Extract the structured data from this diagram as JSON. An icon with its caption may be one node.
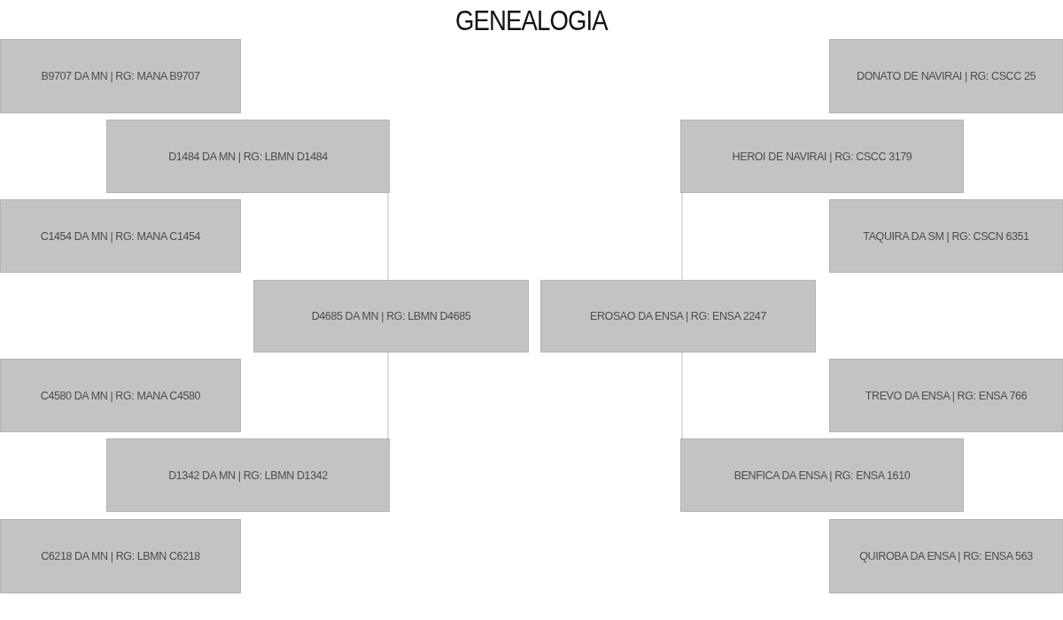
{
  "diagram": {
    "title": "GENEALOGIA",
    "nodes": [
      {
        "text": [
          "B9707 DA MN | RG: MANA B9707"
        ]
      },
      {
        "text": [
          "DONATO DE NAVIRAI | RG: CSCC 25"
        ]
      },
      {
        "text": [
          "D1484 DA MN | RG: LBMN D1484"
        ]
      },
      {
        "text": [
          "HEROI DE NAVIRAI | RG: CSCC 3179"
        ]
      },
      {
        "text": [
          "C1454 DA MN | RG: MANA C1454"
        ]
      },
      {
        "text": [
          "TAQUIRA DA SM | RG: CSCN 6351"
        ]
      },
      {
        "text": [
          "D4685 DA MN | RG: LBMN D4685"
        ]
      },
      {
        "text": [
          "EROSAO DA ENSA | RG: ENSA 2247"
        ]
      },
      {
        "text": [
          "C4580 DA MN | RG: MANA C4580"
        ]
      },
      {
        "text": [
          "TREVO DA ENSA | RG: ENSA 766"
        ]
      },
      {
        "text": [
          "D1342 DA MN | RG: LBMN D1342"
        ]
      },
      {
        "text": [
          "BENFICA DA ENSA | RG: ENSA 1610"
        ]
      },
      {
        "text": [
          "C6218 DA MN | RG: LBMN C6218"
        ]
      },
      {
        "text": [
          "QUIROBA DA ENSA | RG: ENSA 563"
        ]
      }
    ],
    "edges": [
      {
        "from": 6,
        "to": 2,
        "arrow": "none"
      },
      {
        "from": 6,
        "to": 10,
        "arrow": "none"
      },
      {
        "from": 7,
        "to": 3,
        "arrow": "none"
      },
      {
        "from": 7,
        "to": 11,
        "arrow": "none"
      }
    ]
  }
}
